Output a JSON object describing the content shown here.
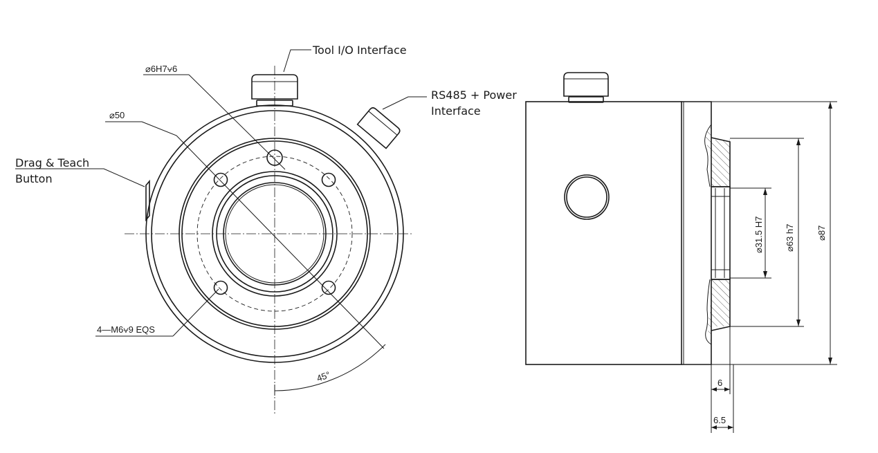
{
  "labels": {
    "tool_io": "Tool I/O Interface",
    "rs485_line1": "RS485 + Power",
    "rs485_line2": "Interface",
    "drag_line1": "Drag & Teach",
    "drag_line2": "Button"
  },
  "dimensions": {
    "hole_6h7": "⌀6H7⩝6",
    "dia_50": "⌀50",
    "thread_m6": "4—M6⩝9  EQS",
    "angle_45": "45°",
    "dia_31_5": "⌀31.5 H7",
    "dia_63": "⌀63  h7",
    "dia_87": "⌀87",
    "len_6": "6",
    "len_6_5": "6.5"
  }
}
